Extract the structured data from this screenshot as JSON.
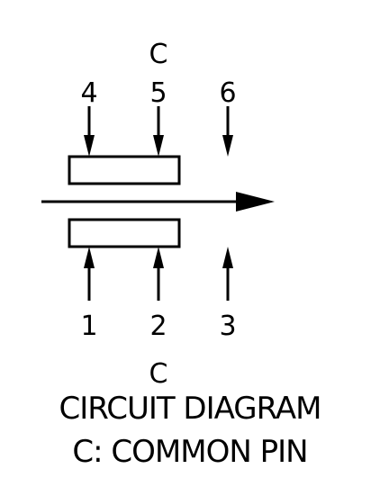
{
  "diagram": {
    "top_common_label": "C",
    "bottom_common_label": "C",
    "pins_top": [
      "4",
      "5",
      "6"
    ],
    "pins_bottom": [
      "1",
      "2",
      "3"
    ],
    "line_color": "#000000"
  },
  "caption": {
    "title": "CIRCUIT DIAGRAM",
    "note": "C: COMMON PIN"
  }
}
